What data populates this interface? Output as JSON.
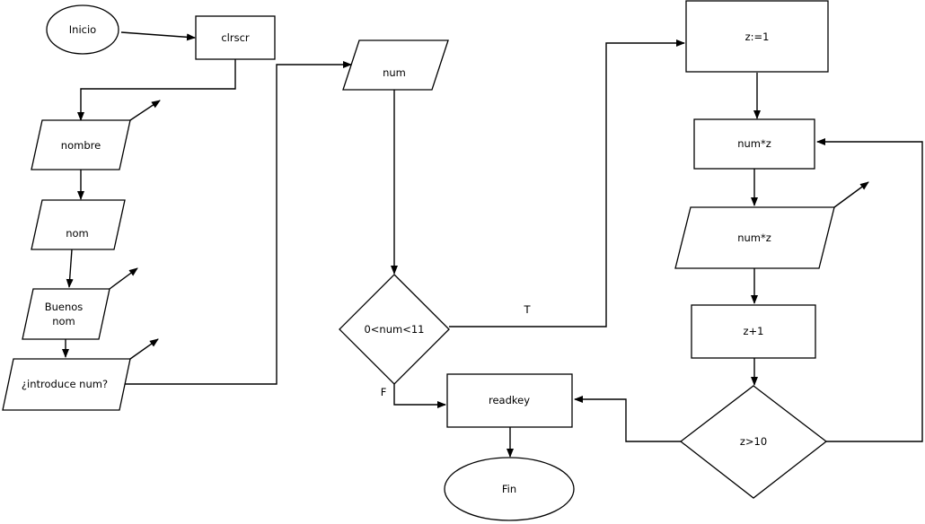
{
  "nodes": {
    "inicio": "Inicio",
    "clrscr": "clrscr",
    "nombre": "nombre",
    "nom_input": "nom",
    "buenos_line1": "Buenos",
    "buenos_line2": "nom",
    "introduce": "¿introduce num?",
    "num_input": "num",
    "cond_range": "0<num<11",
    "readkey": "readkey",
    "fin": "Fin",
    "z_assign": "z:=1",
    "num_z": "num*z",
    "num_z_output": "num*z",
    "z_inc": "z+1",
    "cond_z": "z>10"
  },
  "branch_labels": {
    "true_label": "T",
    "false_label": "F"
  }
}
